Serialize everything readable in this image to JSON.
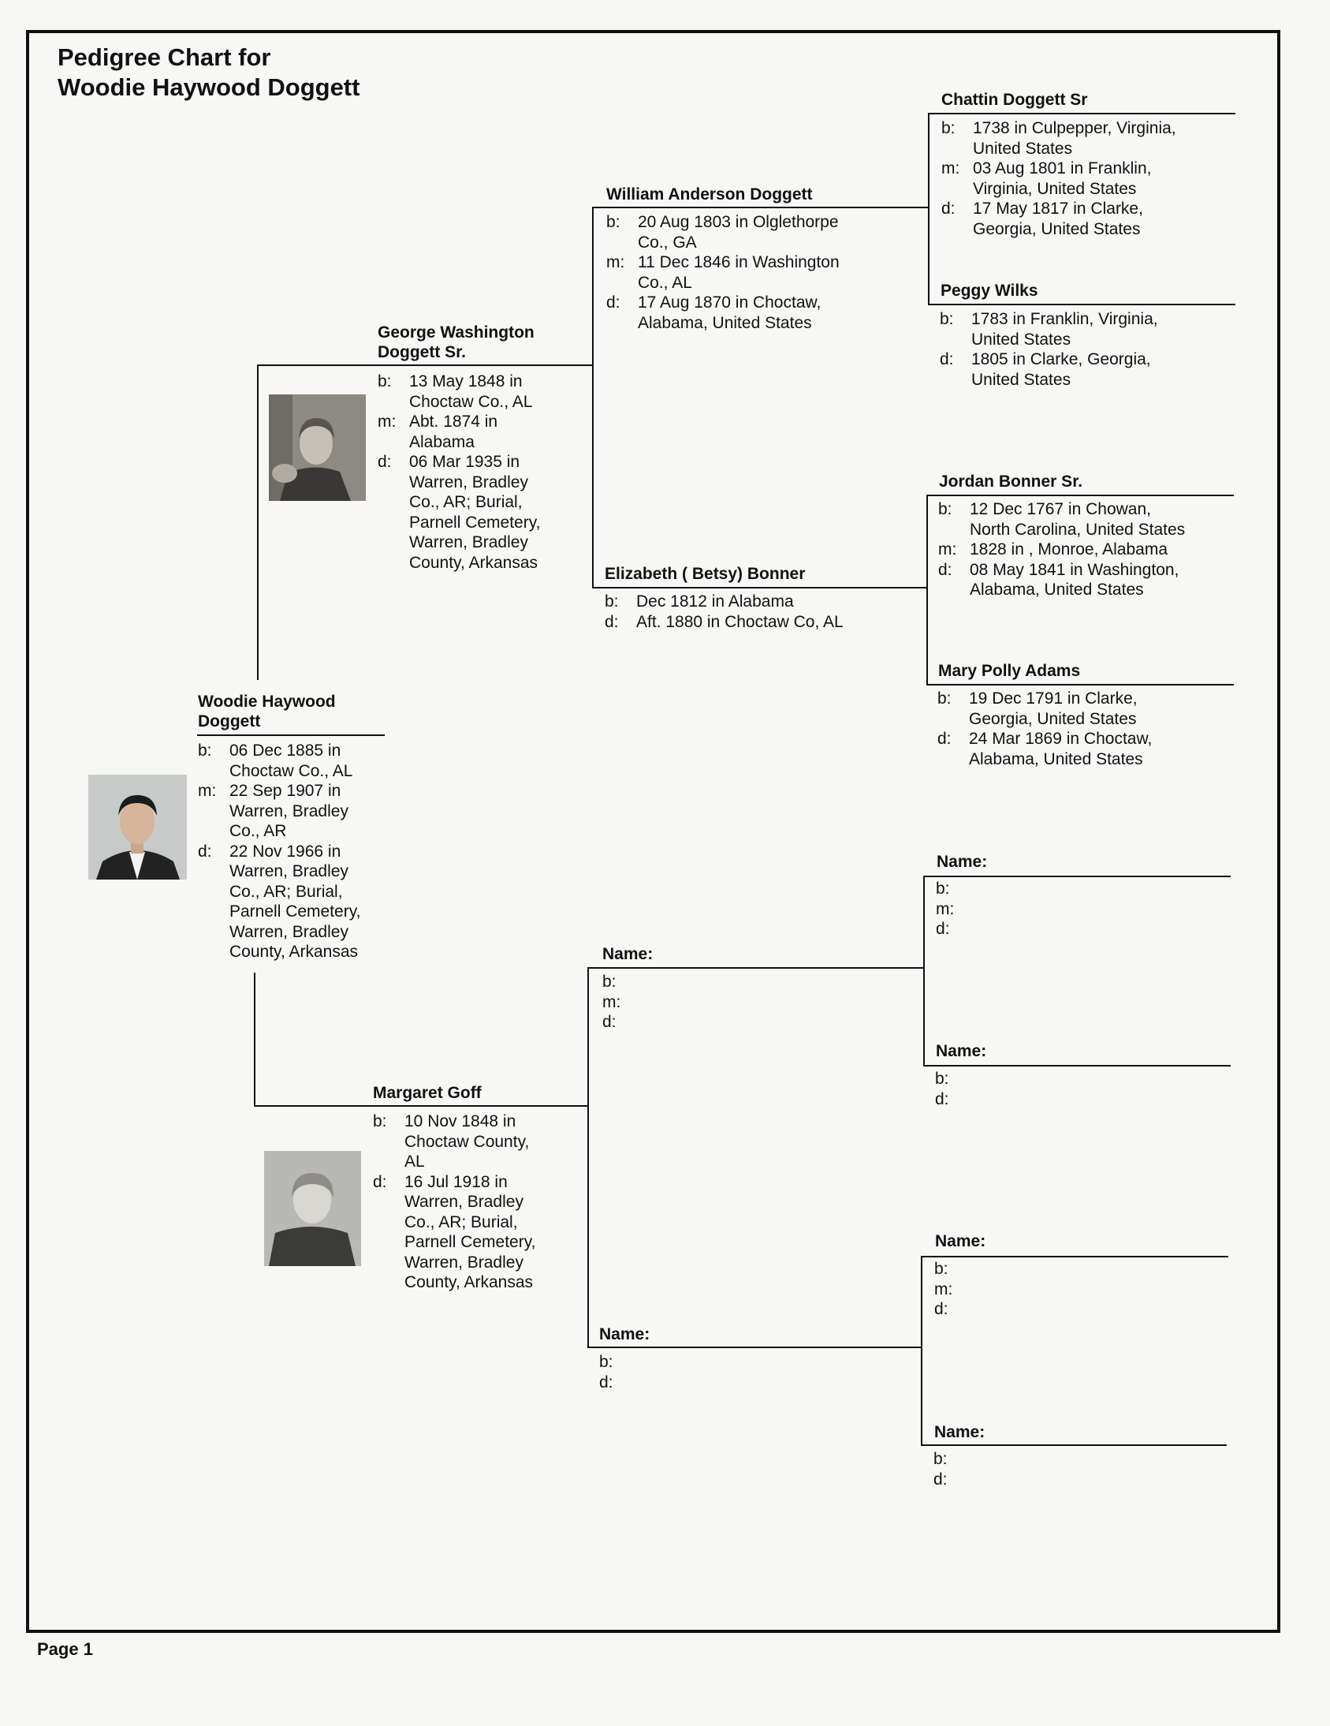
{
  "title": {
    "line1": "Pedigree Chart for",
    "line2": "Woodie Haywood Doggett"
  },
  "footer": {
    "page": "Page 1"
  },
  "labels": {
    "b": "b:",
    "m": "m:",
    "d": "d:"
  },
  "gen1": {
    "name_line1": "Woodie Haywood",
    "name_line2": "Doggett",
    "birth": "06 Dec 1885 in\nChoctaw Co., AL",
    "marriage": "22 Sep 1907 in\nWarren, Bradley\nCo., AR",
    "death": "22 Nov 1966 in\nWarren, Bradley\nCo., AR; Burial,\nParnell Cemetery,\nWarren, Bradley\nCounty, Arkansas",
    "photo_icon": "portrait-photo"
  },
  "gen2": {
    "father": {
      "name_line1": "George Washington",
      "name_line2": "Doggett Sr.",
      "birth": "13 May 1848 in\nChoctaw Co., AL",
      "marriage": "Abt. 1874 in\nAlabama",
      "death": "06 Mar 1935 in\nWarren, Bradley\nCo., AR; Burial,\nParnell Cemetery,\nWarren, Bradley\nCounty, Arkansas",
      "photo_icon": "portrait-photo"
    },
    "mother": {
      "name": "Margaret Goff",
      "birth": "10 Nov 1848 in\nChoctaw County,\nAL",
      "death": "16 Jul 1918 in\nWarren, Bradley\nCo., AR; Burial,\nParnell Cemetery,\nWarren, Bradley\nCounty, Arkansas",
      "photo_icon": "portrait-photo"
    }
  },
  "gen3": {
    "paternal_grandfather": {
      "name": "William Anderson Doggett",
      "birth": "20 Aug 1803 in Olglethorpe\nCo., GA",
      "marriage": "11 Dec 1846 in Washington\nCo., AL",
      "death": "17 Aug 1870 in Choctaw,\nAlabama, United States"
    },
    "paternal_grandmother": {
      "name": "Elizabeth ( Betsy) Bonner",
      "birth": "Dec 1812 in Alabama",
      "death": "Aft. 1880 in Choctaw Co, AL"
    },
    "maternal_grandfather": {
      "name": "Name:"
    },
    "maternal_grandmother": {
      "name": "Name:"
    }
  },
  "gen4": {
    "p1": {
      "name": "Chattin Doggett Sr",
      "birth": "1738 in Culpepper, Virginia,\nUnited States",
      "marriage": "03 Aug 1801 in Franklin,\nVirginia, United States",
      "death": "17 May 1817 in Clarke,\nGeorgia, United States"
    },
    "p2": {
      "name": "Peggy Wilks",
      "birth": "1783 in Franklin, Virginia,\nUnited States",
      "death": "1805 in Clarke, Georgia,\nUnited States"
    },
    "p3": {
      "name": "Jordan Bonner Sr.",
      "birth": "12 Dec 1767 in Chowan,\nNorth Carolina, United States",
      "marriage": "1828 in , Monroe, Alabama",
      "death": "08 May 1841 in Washington,\nAlabama, United States"
    },
    "p4": {
      "name": "Mary Polly Adams",
      "birth": "19 Dec 1791 in Clarke,\nGeorgia, United States",
      "death": "24 Mar 1869 in Choctaw,\nAlabama, United States"
    },
    "p5": {
      "name": "Name:"
    },
    "p6": {
      "name": "Name:"
    },
    "p7": {
      "name": "Name:"
    },
    "p8": {
      "name": "Name:"
    }
  }
}
